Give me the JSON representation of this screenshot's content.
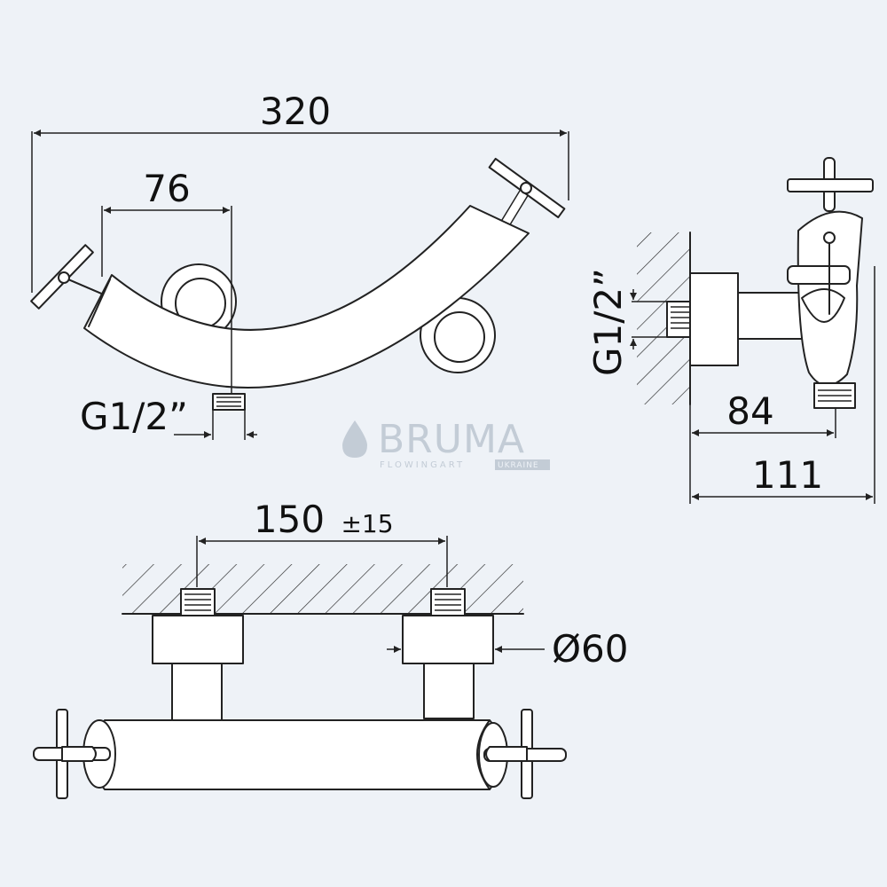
{
  "logo": {
    "brand": "BRUMA",
    "tagline": "FLOWINGART",
    "region": "UKRAINE",
    "color": "#c3ccd6"
  },
  "dimensions": {
    "overall_width": "320",
    "handle_offset": "76",
    "top_thread": "G1/2”",
    "side_thread": "G1/2”",
    "side_projection": "84",
    "side_total": "111",
    "center_distance": "150",
    "center_tolerance": "±15",
    "flange_diameter": "Ø60"
  },
  "colors": {
    "background": "#eef2f7",
    "line": "#222222",
    "body_fill": "#ffffff"
  }
}
